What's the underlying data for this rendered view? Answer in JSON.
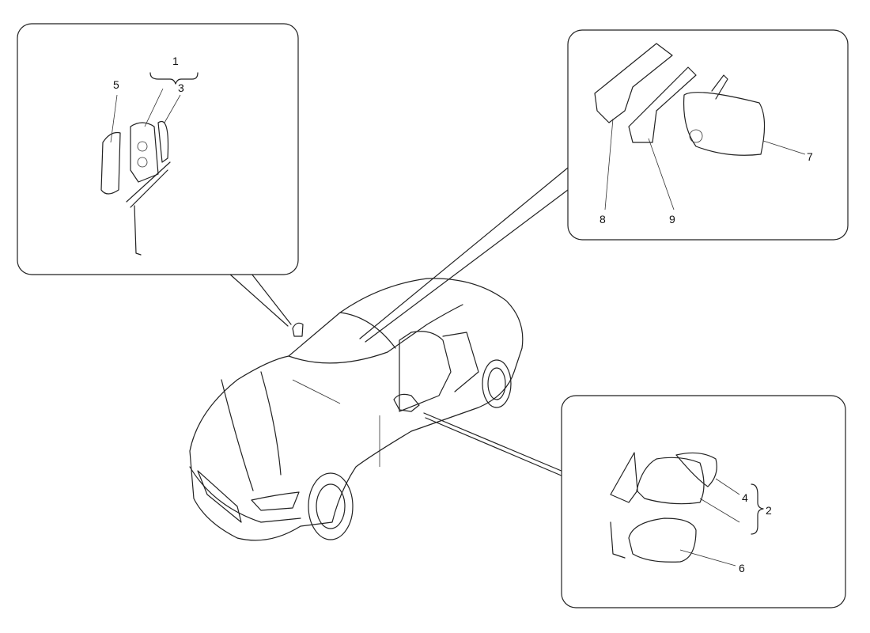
{
  "diagram": {
    "title": "",
    "callouts": {
      "top_left": [
        "1",
        "3",
        "5"
      ],
      "top_right": [
        "7",
        "8",
        "9"
      ],
      "bottom_right": [
        "2",
        "4",
        "6"
      ]
    },
    "colors": {
      "line": "#222222",
      "background": "#ffffff"
    }
  }
}
